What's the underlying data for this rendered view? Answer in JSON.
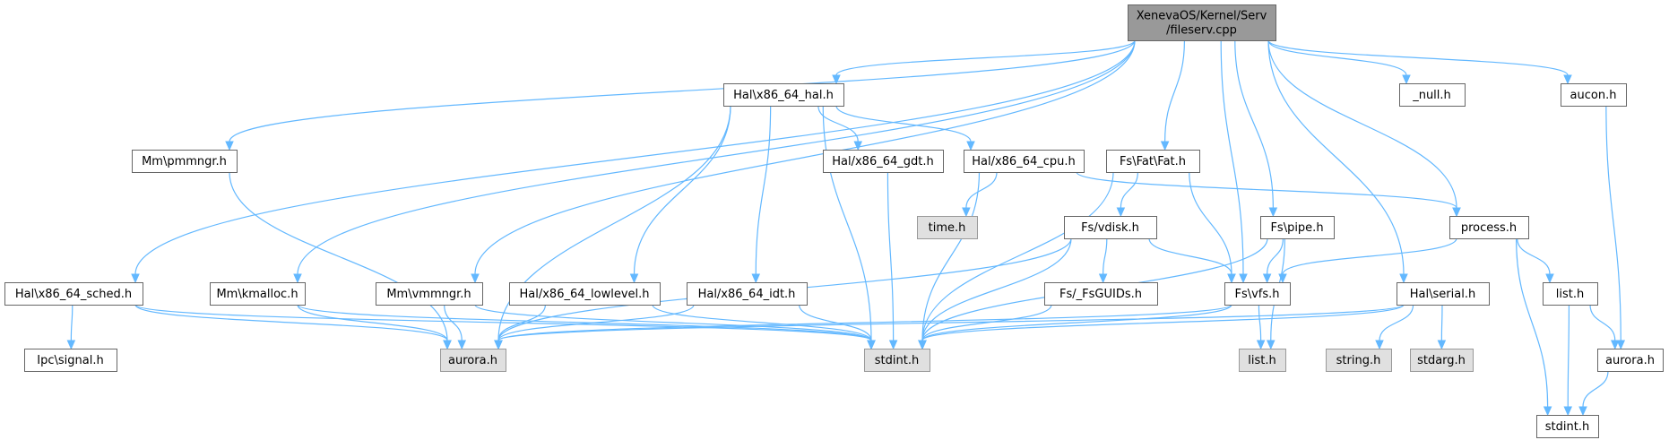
{
  "colors": {
    "edge": "#63b8ff",
    "root_fill": "#999999",
    "external_fill": "#e0e0e0",
    "node_fill": "#ffffff",
    "node_border": "#666666"
  },
  "nodes": [
    {
      "id": "root",
      "kind": "root",
      "lines": [
        "XenevaOS/Kernel/Serv",
        "/fileserv.cpp"
      ]
    },
    {
      "id": "x86_64_hal",
      "kind": "normal",
      "lines": [
        "Hal\\x86_64_hal.h"
      ]
    },
    {
      "id": "null_h",
      "kind": "normal",
      "lines": [
        "_null.h"
      ]
    },
    {
      "id": "aucon",
      "kind": "normal",
      "lines": [
        "aucon.h"
      ]
    },
    {
      "id": "pmmngr",
      "kind": "normal",
      "lines": [
        "Mm\\pmmngr.h"
      ]
    },
    {
      "id": "x86_64_gdt",
      "kind": "normal",
      "lines": [
        "Hal/x86_64_gdt.h"
      ]
    },
    {
      "id": "x86_64_cpu",
      "kind": "normal",
      "lines": [
        "Hal/x86_64_cpu.h"
      ]
    },
    {
      "id": "fat",
      "kind": "normal",
      "lines": [
        "Fs\\Fat\\Fat.h"
      ]
    },
    {
      "id": "time_h",
      "kind": "external",
      "lines": [
        "time.h"
      ]
    },
    {
      "id": "vdisk",
      "kind": "normal",
      "lines": [
        "Fs/vdisk.h"
      ]
    },
    {
      "id": "pipe",
      "kind": "normal",
      "lines": [
        "Fs\\pipe.h"
      ]
    },
    {
      "id": "process",
      "kind": "normal",
      "lines": [
        "process.h"
      ]
    },
    {
      "id": "sched",
      "kind": "normal",
      "lines": [
        "Hal\\x86_64_sched.h"
      ]
    },
    {
      "id": "kmalloc",
      "kind": "normal",
      "lines": [
        "Mm\\kmalloc.h"
      ]
    },
    {
      "id": "vmmngr",
      "kind": "normal",
      "lines": [
        "Mm\\vmmngr.h"
      ]
    },
    {
      "id": "lowlevel",
      "kind": "normal",
      "lines": [
        "Hal/x86_64_lowlevel.h"
      ]
    },
    {
      "id": "idt",
      "kind": "normal",
      "lines": [
        "Hal/x86_64_idt.h"
      ]
    },
    {
      "id": "fsguids",
      "kind": "normal",
      "lines": [
        "Fs/_FsGUIDs.h"
      ]
    },
    {
      "id": "vfs",
      "kind": "normal",
      "lines": [
        "Fs\\vfs.h"
      ]
    },
    {
      "id": "serial",
      "kind": "normal",
      "lines": [
        "Hal\\serial.h"
      ]
    },
    {
      "id": "list_h",
      "kind": "normal",
      "lines": [
        "list.h"
      ]
    },
    {
      "id": "ipc_signal",
      "kind": "normal",
      "lines": [
        "Ipc\\signal.h"
      ]
    },
    {
      "id": "aurora_ext",
      "kind": "external",
      "lines": [
        "aurora.h"
      ]
    },
    {
      "id": "stdint_ext",
      "kind": "external",
      "lines": [
        "stdint.h"
      ]
    },
    {
      "id": "list_ext",
      "kind": "external",
      "lines": [
        "list.h"
      ]
    },
    {
      "id": "string_ext",
      "kind": "external",
      "lines": [
        "string.h"
      ]
    },
    {
      "id": "stdarg_ext",
      "kind": "external",
      "lines": [
        "stdarg.h"
      ]
    },
    {
      "id": "aurora_h",
      "kind": "normal",
      "lines": [
        "aurora.h"
      ]
    },
    {
      "id": "stdint_h",
      "kind": "normal",
      "lines": [
        "stdint.h"
      ]
    }
  ],
  "edges": [
    [
      "root",
      "x86_64_hal"
    ],
    [
      "root",
      "null_h"
    ],
    [
      "root",
      "aucon"
    ],
    [
      "root",
      "pmmngr"
    ],
    [
      "root",
      "fat"
    ],
    [
      "root",
      "pipe"
    ],
    [
      "root",
      "process"
    ],
    [
      "root",
      "sched"
    ],
    [
      "root",
      "kmalloc"
    ],
    [
      "root",
      "vmmngr"
    ],
    [
      "root",
      "vfs"
    ],
    [
      "root",
      "serial"
    ],
    [
      "x86_64_hal",
      "x86_64_gdt"
    ],
    [
      "x86_64_hal",
      "x86_64_cpu"
    ],
    [
      "x86_64_hal",
      "lowlevel"
    ],
    [
      "x86_64_hal",
      "idt"
    ],
    [
      "x86_64_hal",
      "aurora_ext"
    ],
    [
      "x86_64_hal",
      "stdint_ext"
    ],
    [
      "aucon",
      "aurora_h"
    ],
    [
      "pmmngr",
      "aurora_ext"
    ],
    [
      "x86_64_gdt",
      "stdint_ext"
    ],
    [
      "x86_64_cpu",
      "time_h"
    ],
    [
      "x86_64_cpu",
      "stdint_ext"
    ],
    [
      "x86_64_cpu",
      "process"
    ],
    [
      "fat",
      "vdisk"
    ],
    [
      "fat",
      "vfs"
    ],
    [
      "fat",
      "stdint_ext"
    ],
    [
      "vdisk",
      "fsguids"
    ],
    [
      "vdisk",
      "vfs"
    ],
    [
      "vdisk",
      "aurora_ext"
    ],
    [
      "vdisk",
      "stdint_ext"
    ],
    [
      "pipe",
      "vfs"
    ],
    [
      "pipe",
      "list_ext"
    ],
    [
      "pipe",
      "stdint_ext"
    ],
    [
      "process",
      "vfs"
    ],
    [
      "process",
      "list_h"
    ],
    [
      "process",
      "stdint_h"
    ],
    [
      "sched",
      "ipc_signal"
    ],
    [
      "sched",
      "aurora_ext"
    ],
    [
      "sched",
      "stdint_ext"
    ],
    [
      "kmalloc",
      "aurora_ext"
    ],
    [
      "kmalloc",
      "stdint_ext"
    ],
    [
      "vmmngr",
      "aurora_ext"
    ],
    [
      "vmmngr",
      "stdint_ext"
    ],
    [
      "lowlevel",
      "aurora_ext"
    ],
    [
      "lowlevel",
      "stdint_ext"
    ],
    [
      "idt",
      "aurora_ext"
    ],
    [
      "idt",
      "stdint_ext"
    ],
    [
      "fsguids",
      "stdint_ext"
    ],
    [
      "vfs",
      "list_ext"
    ],
    [
      "vfs",
      "aurora_ext"
    ],
    [
      "vfs",
      "stdint_ext"
    ],
    [
      "serial",
      "string_ext"
    ],
    [
      "serial",
      "stdarg_ext"
    ],
    [
      "serial",
      "aurora_ext"
    ],
    [
      "serial",
      "stdint_ext"
    ],
    [
      "list_h",
      "aurora_h"
    ],
    [
      "list_h",
      "stdint_h"
    ],
    [
      "aurora_h",
      "stdint_h"
    ]
  ]
}
